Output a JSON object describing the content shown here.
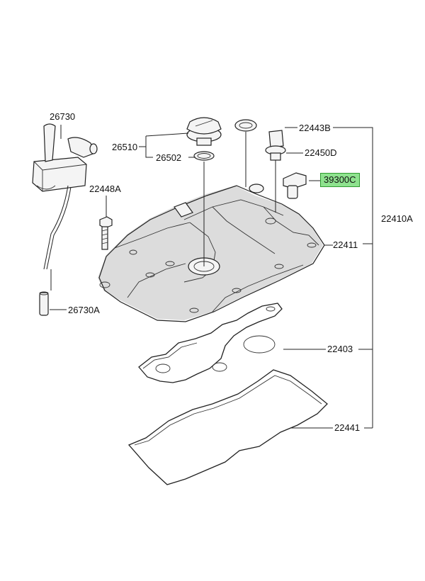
{
  "diagram": {
    "labels": {
      "l26730": "26730",
      "l26730A": "26730A",
      "l22448A": "22448A",
      "l26510": "26510",
      "l26502": "26502",
      "l22443B": "22443B",
      "l22450D": "22450D",
      "l39300C": "39300C",
      "l22410A": "22410A",
      "l22411": "22411",
      "l22403": "22403",
      "l22441": "22441"
    },
    "highlight_color": "#8ee28e"
  }
}
